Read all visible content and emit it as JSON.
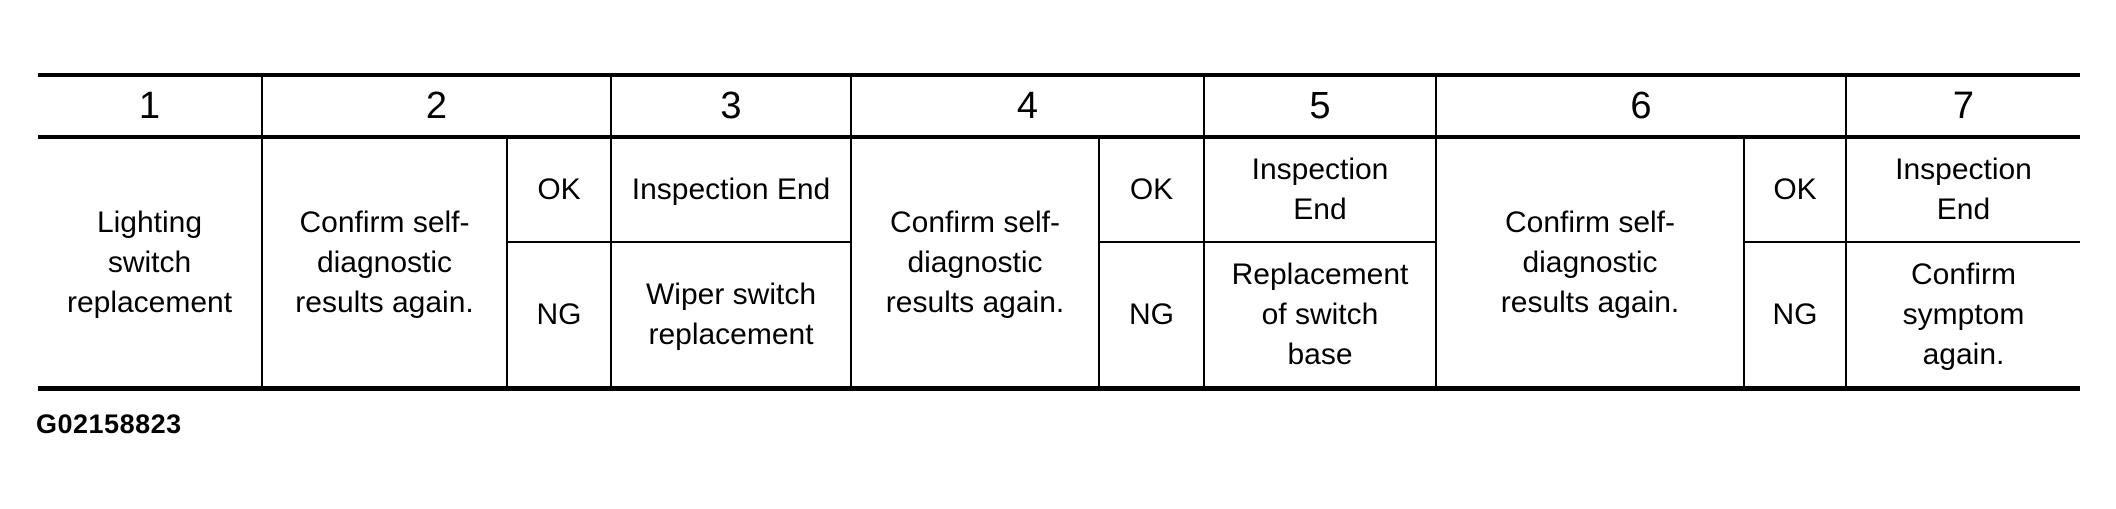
{
  "colors": {
    "line": "#000000",
    "text": "#000000",
    "background": "#ffffff"
  },
  "caption": "G02158823",
  "table": {
    "headers": [
      "1",
      "2",
      "3",
      "4",
      "5",
      "6",
      "7"
    ],
    "step1": "Lighting\nswitch\nreplacement",
    "branch2": {
      "action": "Confirm self-\ndiagnostic\nresults again.",
      "ok": "OK",
      "ng": "NG",
      "ok_result": "Inspection End",
      "ng_result": "Wiper switch\nreplacement"
    },
    "branch4": {
      "action": "Confirm self-\ndiagnostic\nresults again.",
      "ok": "OK",
      "ng": "NG",
      "ok_result": "Inspection\nEnd",
      "ng_result": "Replacement\nof switch\nbase"
    },
    "branch6": {
      "action": "Confirm self-\ndiagnostic\nresults again.",
      "ok": "OK",
      "ng": "NG",
      "ok_result": "Inspection\nEnd",
      "ng_result": "Confirm\nsymptom\nagain."
    }
  }
}
